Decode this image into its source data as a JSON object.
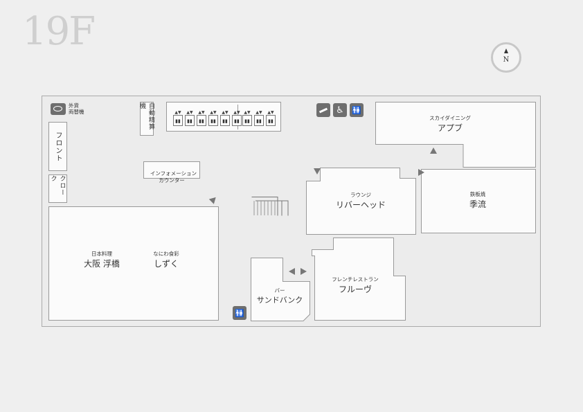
{
  "floor": "19F",
  "compass": {
    "north_label": "N"
  },
  "colors": {
    "background": "#efefef",
    "room_fill": "#fbfbfb",
    "outline": "#999999",
    "icon": "#6e6e6e"
  },
  "facilities": {
    "currency_exchange": "外貨\n両替機",
    "front": "フロント",
    "cloak": "クローク",
    "auto_checkout": "自動精算機",
    "info_counter": "インフォメーション\nカウンター"
  },
  "rooms": {
    "sky_dining": {
      "sub": "スカイダイニング",
      "main": "アプブ"
    },
    "lounge": {
      "sub": "ラウンジ",
      "main": "リバーヘッド"
    },
    "teppanyaki": {
      "sub": "鉄板焼",
      "main": "季流"
    },
    "japanese": {
      "sub": "日本料理",
      "main": "大阪 浮橋"
    },
    "naniwa": {
      "sub": "なにわ食彩",
      "main": "しずく"
    },
    "bar": {
      "sub": "バー",
      "main": "サンドバンク"
    },
    "french": {
      "sub": "フレンチレストラン",
      "main": "フルーヴ"
    }
  },
  "icons": [
    "smoking-area-icon",
    "wheelchair-accessible-icon",
    "restroom-icon",
    "restroom-icon",
    "currency-exchange-icon",
    "elevator-icon"
  ],
  "elevator_count": 9
}
